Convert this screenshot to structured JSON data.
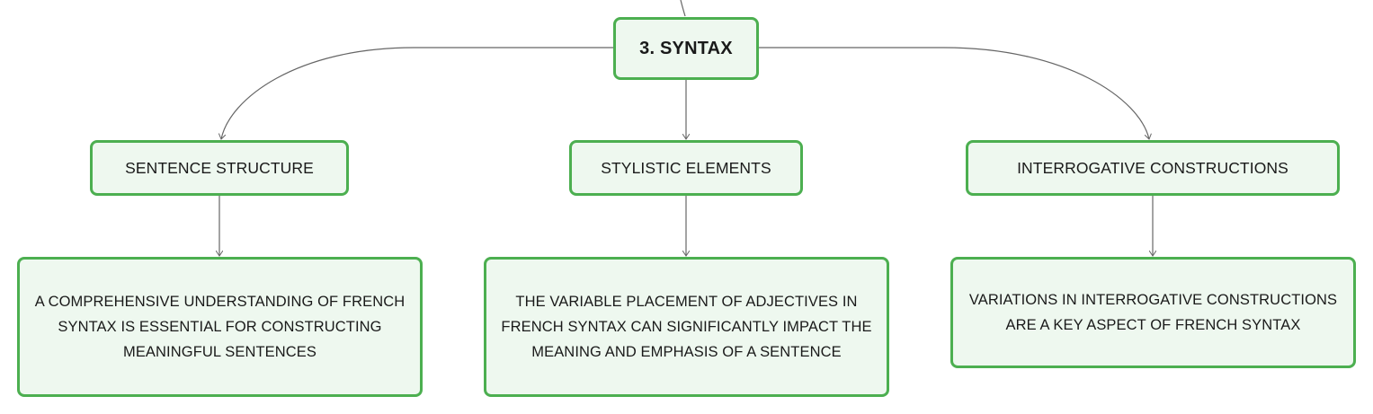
{
  "diagram": {
    "root": {
      "label": "3. SYNTAX"
    },
    "topics": [
      {
        "label": "SENTENCE STRUCTURE",
        "detail": "A COMPREHENSIVE UNDERSTANDING OF FRENCH SYNTAX IS ESSENTIAL FOR CONSTRUCTING MEANINGFUL SENTENCES"
      },
      {
        "label": "STYLISTIC ELEMENTS",
        "detail": "THE VARIABLE PLACEMENT OF ADJECTIVES IN FRENCH SYNTAX CAN SIGNIFICANTLY IMPACT THE MEANING AND EMPHASIS OF A SENTENCE"
      },
      {
        "label": "INTERROGATIVE CONSTRUCTIONS",
        "detail": "VARIATIONS IN INTERROGATIVE CONSTRUCTIONS ARE A KEY ASPECT OF FRENCH SYNTAX"
      }
    ]
  },
  "colors": {
    "node_border": "#4caf50",
    "node_fill": "#eef8ef",
    "connector": "#666666",
    "text": "#1a1a1a"
  }
}
